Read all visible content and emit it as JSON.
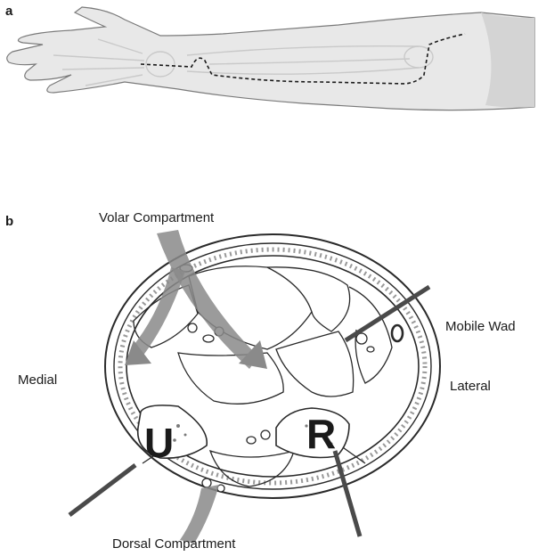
{
  "panel_a": {
    "letter": "a"
  },
  "panel_b": {
    "letter": "b",
    "labels": {
      "volar": "Volar Compartment",
      "dorsal": "Dorsal Compartment",
      "medial": "Medial",
      "lateral": "Lateral",
      "mobile_wad": "Mobile Wad"
    },
    "bone_letters": {
      "ulna": "U",
      "radius": "R"
    }
  },
  "colors": {
    "skin_fill": "#e6e6e6",
    "outline": "#777777",
    "ink": "#2a2a2a",
    "arrow_gray": "#8a8a8a",
    "incision_bar": "#4a4a4a"
  }
}
